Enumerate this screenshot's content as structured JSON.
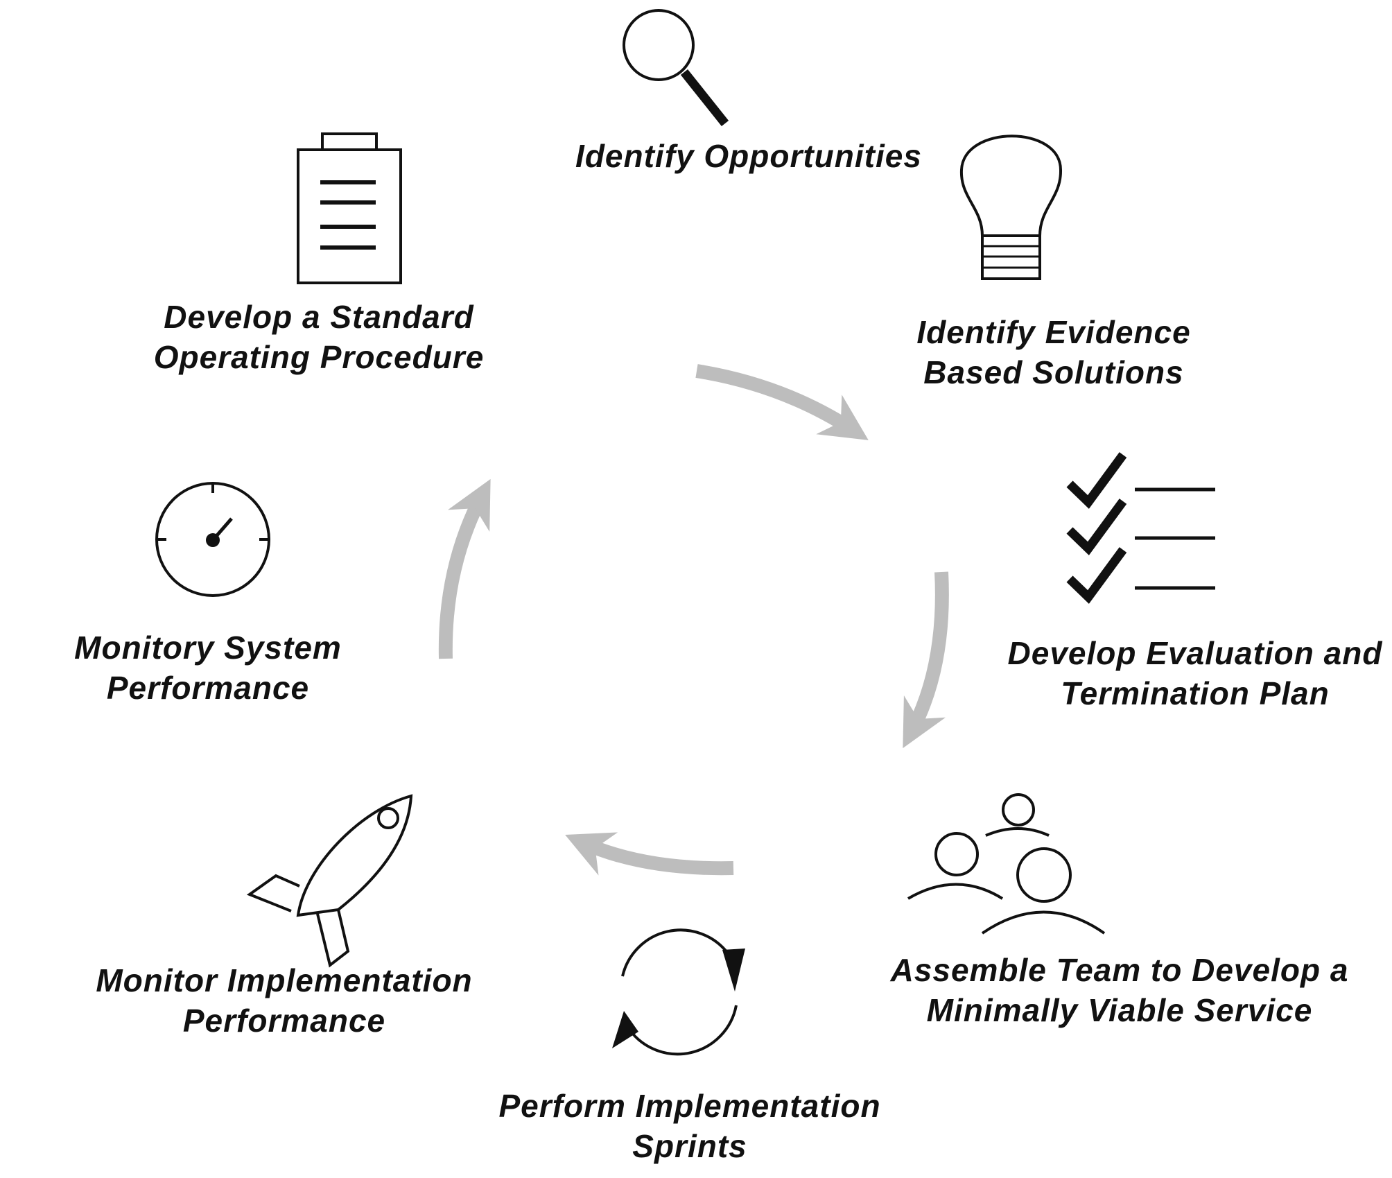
{
  "colors": {
    "text": "#111111",
    "icon": "#111111",
    "arrow": "#bdbdbd",
    "background": "#ffffff"
  },
  "steps": [
    {
      "icon": "magnifier-icon",
      "lines": [
        "Identify Opportunities"
      ]
    },
    {
      "icon": "lightbulb-icon",
      "lines": [
        "Identify Evidence",
        "Based Solutions"
      ]
    },
    {
      "icon": "checklist-icon",
      "lines": [
        "Develop Evaluation and",
        "Termination Plan"
      ]
    },
    {
      "icon": "team-icon",
      "lines": [
        "Assemble Team to Develop a",
        "Minimally Viable Service"
      ]
    },
    {
      "icon": "refresh-cycle-icon",
      "lines": [
        "Perform Implementation",
        "Sprints"
      ]
    },
    {
      "icon": "rocket-icon",
      "lines": [
        "Monitor Implementation",
        "Performance"
      ]
    },
    {
      "icon": "gauge-icon",
      "lines": [
        "Monitory System",
        "Performance"
      ]
    },
    {
      "icon": "clipboard-icon",
      "lines": [
        "Develop a Standard",
        "Operating Procedure"
      ]
    }
  ]
}
